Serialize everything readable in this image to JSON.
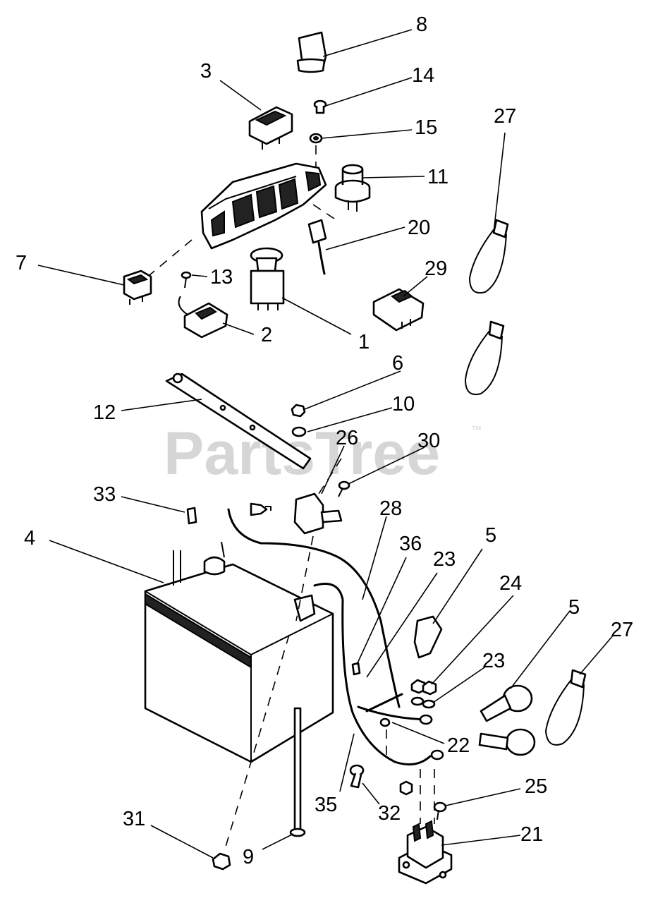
{
  "watermark": {
    "text": "PartsTree",
    "mark": "™"
  },
  "callouts": [
    "8",
    "3",
    "14",
    "15",
    "27",
    "11",
    "20",
    "7",
    "13",
    "29",
    "2",
    "1",
    "6",
    "12",
    "10",
    "26",
    "30",
    "33",
    "28",
    "4",
    "36",
    "23",
    "5",
    "24",
    "5",
    "27",
    "23",
    "22",
    "35",
    "25",
    "32",
    "21",
    "31",
    "9"
  ]
}
